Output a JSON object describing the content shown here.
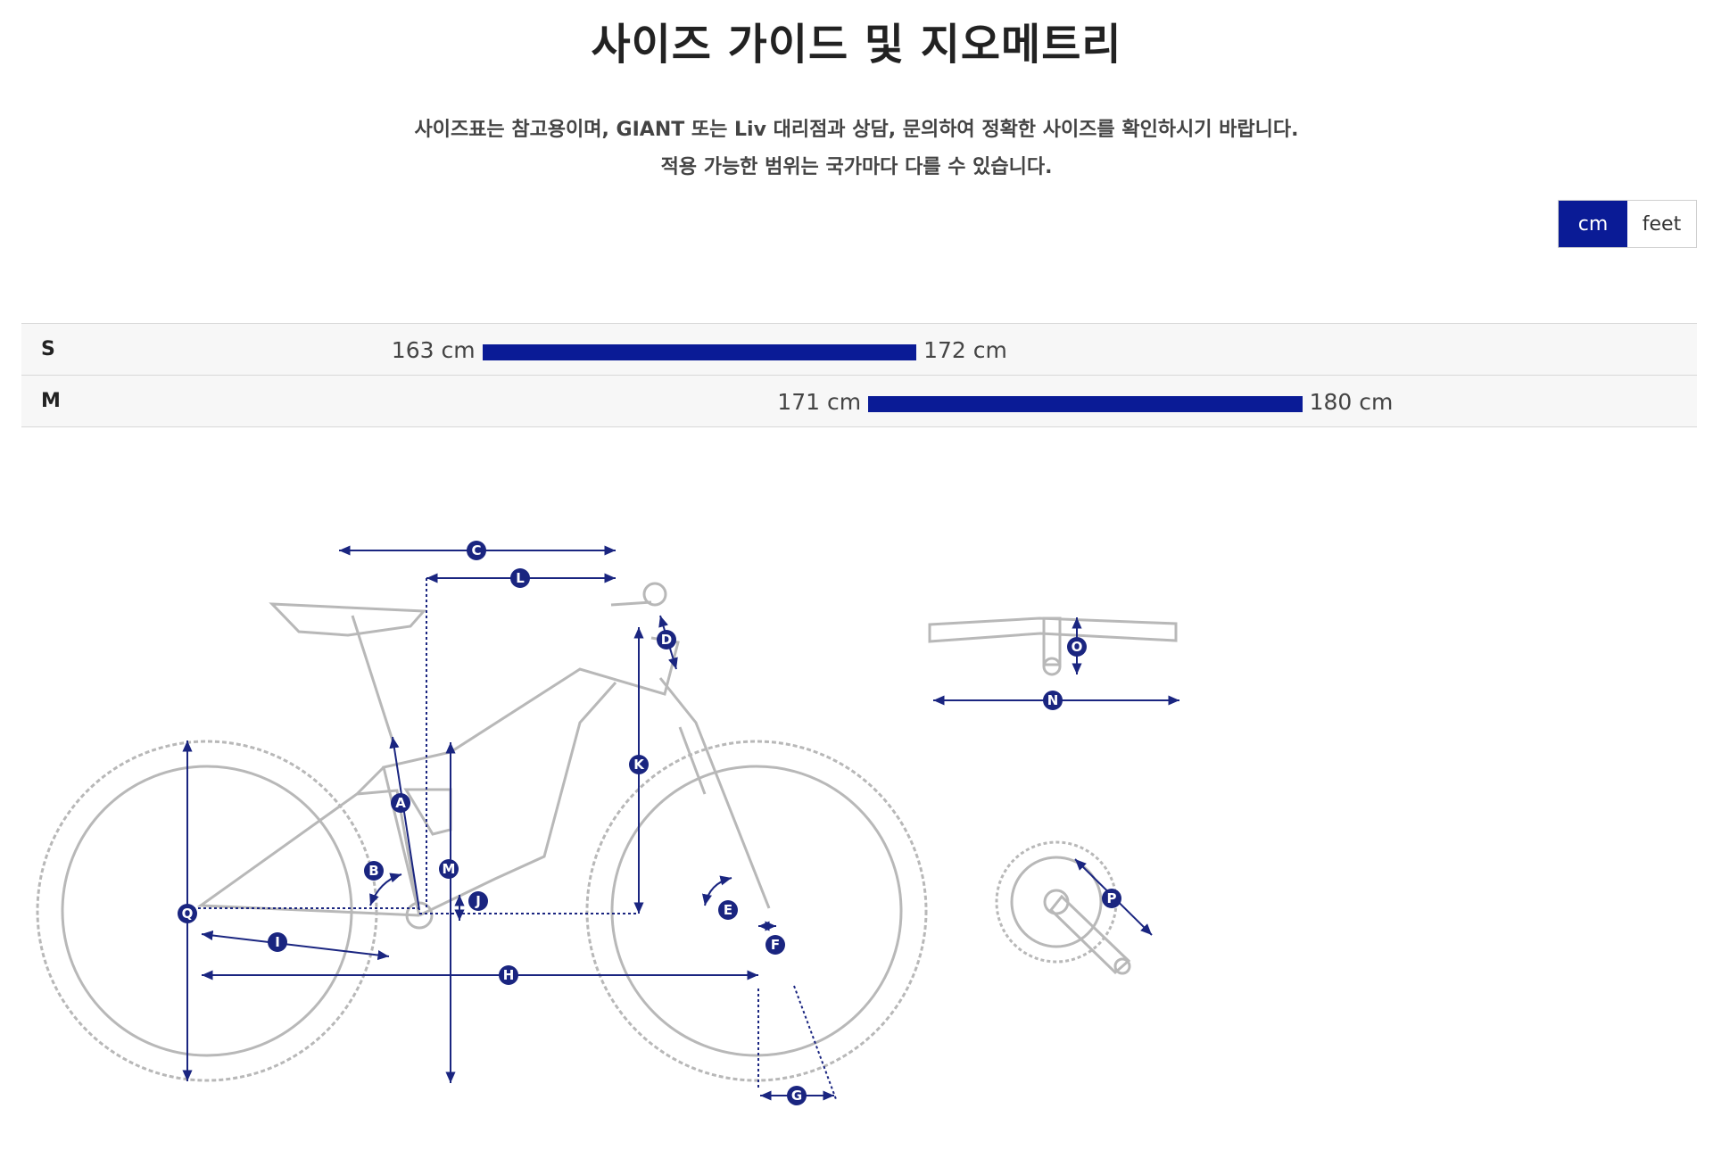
{
  "page": {
    "title": "사이즈 가이드 및 지오메트리",
    "desc_line1": "사이즈표는 참고용이며, GIANT 또는 Liv 대리점과 상담, 문의하여 정확한 사이즈를 확인하시기 바랍니다.",
    "desc_line2": "적용 가능한 범위는 국가마다 다를 수 있습니다."
  },
  "units": {
    "options": [
      "cm",
      "feet"
    ],
    "selected": "cm"
  },
  "sizes": [
    {
      "label": "S",
      "min": "163 cm",
      "max": "172 cm",
      "min_value": 163,
      "max_value": 172
    },
    {
      "label": "M",
      "min": "171 cm",
      "max": "180 cm",
      "min_value": 171,
      "max_value": 180
    }
  ],
  "height_scale": {
    "min": 154,
    "max": 186
  },
  "diagram": {
    "labels": [
      "A",
      "B",
      "C",
      "D",
      "E",
      "F",
      "G",
      "H",
      "I",
      "J",
      "K",
      "L",
      "M",
      "N",
      "O",
      "P",
      "Q"
    ],
    "accent": "#1a2580",
    "line": "#b8b8b8"
  }
}
